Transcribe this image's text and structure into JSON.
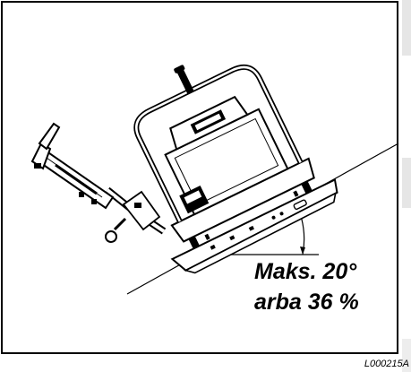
{
  "caption": {
    "line1": "Maks. 20°",
    "line2": "arba 36 %"
  },
  "figure_code": "L000215A",
  "colors": {
    "ink": "#000000",
    "paper": "#ffffff",
    "page_tab": "#e6e6e6"
  },
  "icons": [
    "vibratory-plate-compactor-illustration",
    "slope-ground-line",
    "angle-arc"
  ]
}
